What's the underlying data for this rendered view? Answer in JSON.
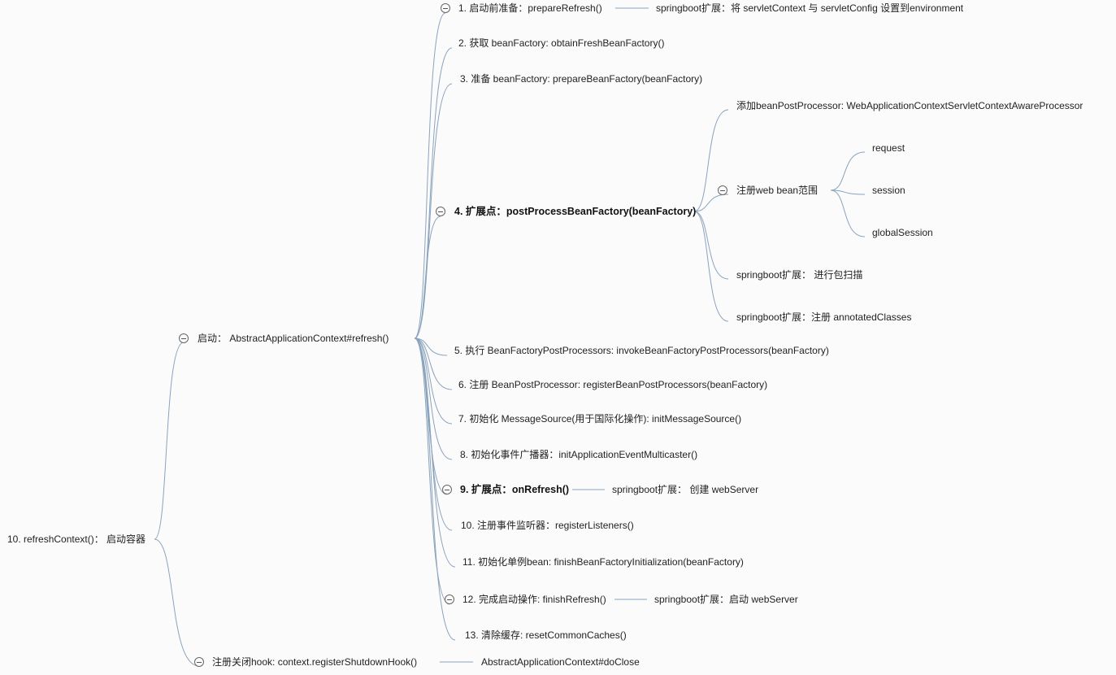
{
  "colors": {
    "edge": "#8aa3bd",
    "background": "#fbfbfb",
    "text": "#222222"
  },
  "nodes": {
    "root": "10. refreshContext()：  启动容器",
    "start": "启动：  AbstractApplicationContext#refresh()",
    "s1": "1. 启动前准备：prepareRefresh()",
    "s1_ext": "springboot扩展：将 servletContext 与 servletConfig 设置到environment",
    "s2": "2. 获取 beanFactory: obtainFreshBeanFactory()",
    "s3": "3. 准备 beanFactory: prepareBeanFactory(beanFactory)",
    "s4": "4. 扩展点：postProcessBeanFactory(beanFactory)",
    "s4_a": "添加beanPostProcessor: WebApplicationContextServletContextAwareProcessor",
    "s4_b": "注册web bean范围",
    "s4_b1": "request",
    "s4_b2": "session",
    "s4_b3": "globalSession",
    "s4_c": "springboot扩展：  进行包扫描",
    "s4_d": "springboot扩展：注册 annotatedClasses",
    "s5": "5. 执行 BeanFactoryPostProcessors: invokeBeanFactoryPostProcessors(beanFactory)",
    "s6": "6. 注册 BeanPostProcessor: registerBeanPostProcessors(beanFactory)",
    "s7": "7. 初始化 MessageSource(用于国际化操作): initMessageSource()",
    "s8": "8. 初始化事件广播器：initApplicationEventMulticaster()",
    "s9": "9. 扩展点：onRefresh()",
    "s9_ext": "springboot扩展：  创建 webServer",
    "s10": "10. 注册事件监听器：registerListeners()",
    "s11": "11. 初始化单例bean: finishBeanFactoryInitialization(beanFactory)",
    "s12": "12. 完成启动操作: finishRefresh()",
    "s12_ext": "springboot扩展：启动 webServer",
    "s13": "13. 清除缓存: resetCommonCaches()",
    "hook": "注册关闭hook: context.registerShutdownHook()",
    "hook_ext": "AbstractApplicationContext#doClose"
  }
}
